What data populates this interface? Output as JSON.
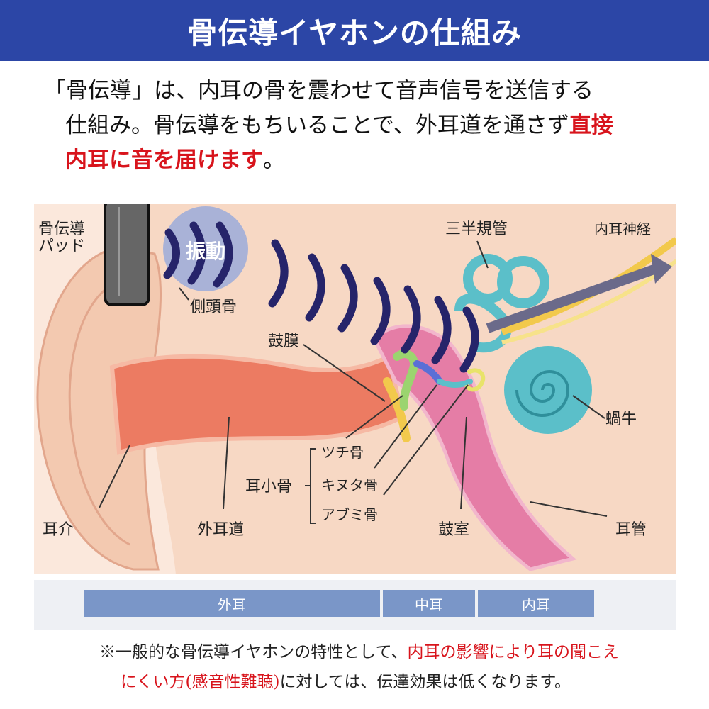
{
  "header": {
    "title": "骨伝導イヤホンの仕組み"
  },
  "intro": {
    "line1": "「骨伝導」は、内耳の骨を震わせて音声信号を送信する",
    "line2_plain": "仕組み。骨伝導をもちいることで、外耳道を通さず",
    "line2_red": "直接",
    "line3_red": "内耳に音を届けます",
    "line3_end": "。"
  },
  "diagram": {
    "labels": {
      "pad_line1": "骨伝導",
      "pad_line2": "パッド",
      "vibration": "振動",
      "temporal_bone": "側頭骨",
      "eardrum": "鼓膜",
      "semicircular": "三半規管",
      "auditory_nerve": "内耳神経",
      "cochlea": "蝸牛",
      "ossicles": "耳小骨",
      "malleus": "ツチ骨",
      "incus": "キヌタ骨",
      "stapes": "アブミ骨",
      "auricle": "耳介",
      "ear_canal": "外耳道",
      "tympanic_cavity": "鼓室",
      "eustachian_tube": "耳管"
    },
    "colors": {
      "skin": "#f7d8c4",
      "background": "#fbe8dc",
      "canal": "#ec7b62",
      "cavity": "#e57da6",
      "inner_ear": "#5bbfc9",
      "wave": "#26246a",
      "nerve": "#f2c94c"
    }
  },
  "regions": {
    "outer": "外耳",
    "middle": "中耳",
    "inner": "内耳"
  },
  "note": {
    "line1_plain": "※一般的な骨伝導イヤホンの特性として、",
    "line1_red": "内耳の影響により耳の聞こえ",
    "line2_red": "にくい方(感音性難聴)",
    "line2_plain": "に対しては、伝達効果は低くなります。"
  }
}
